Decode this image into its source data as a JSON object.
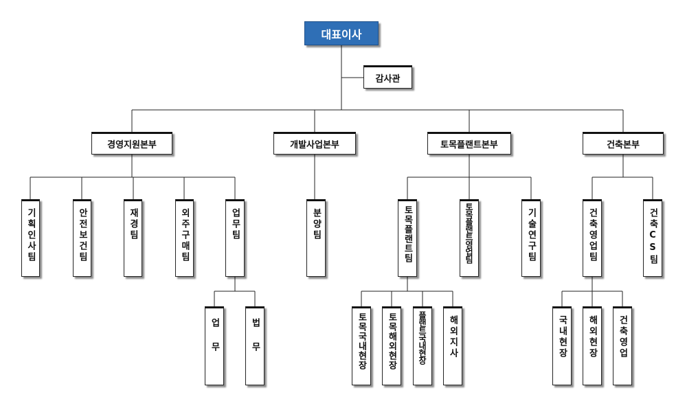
{
  "ceo": "대표이사",
  "auditor": "감사관",
  "divisions": {
    "management": "경영지원본부",
    "development": "개발사업본부",
    "civil": "토목플랜트본부",
    "construction": "건축본부"
  },
  "teams": {
    "planning_hr": "기획인사팀",
    "safety": "안전보건팀",
    "finance": "재경팀",
    "procurement": "외주구매팀",
    "business": "업무팀",
    "sales": "분양팀",
    "civil_plant": "토목플랜트팀",
    "civil_plant_sales": "토목플랜트영업팀",
    "tech_research": "기술연구팀",
    "building_sales": "건축영업팀",
    "building_cs": "건축CS팀"
  },
  "units": {
    "business_affairs": "업무",
    "legal_affairs": "법무",
    "civil_domestic": "토목국내현장",
    "civil_overseas": "토목해외현장",
    "plant_domestic": "플랜트국내현장",
    "overseas_branch": "해외지사",
    "domestic_site": "국내현장",
    "overseas_site": "해외현장",
    "building_sales_unit": "건축영업"
  }
}
